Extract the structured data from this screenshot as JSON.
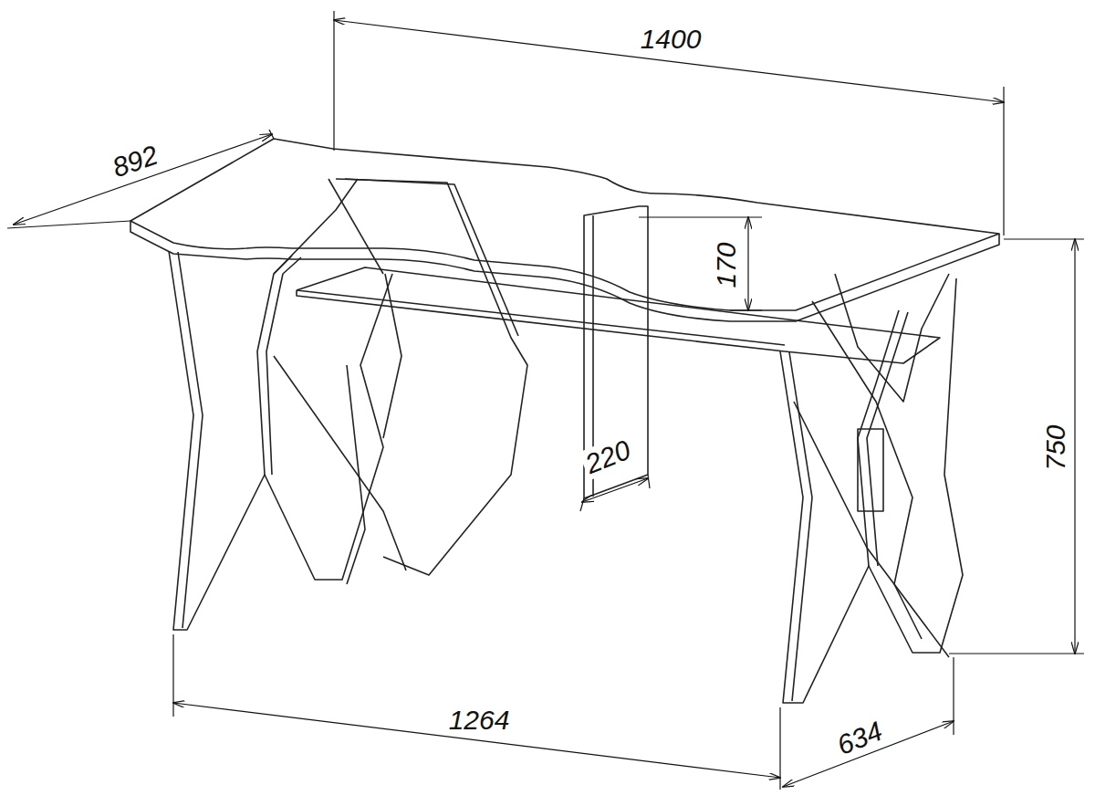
{
  "diagram": {
    "labels": [
      "1400",
      "892",
      "170",
      "220",
      "750",
      "1264",
      "634"
    ]
  }
}
